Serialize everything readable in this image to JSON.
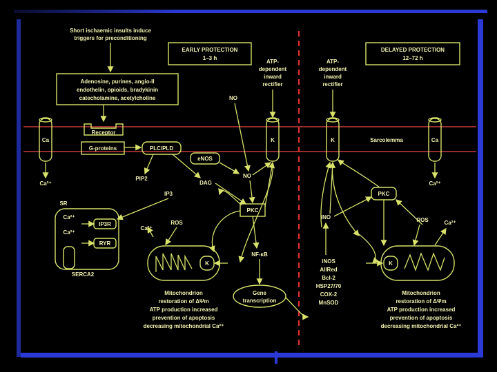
{
  "slide": {
    "colors": {
      "background": "#000000",
      "frame": "#2b3ad6",
      "membrane": "#c83a3a",
      "divider": "#e03030",
      "ink": "#f2f2b0",
      "stroke": "#d8e26a"
    },
    "diagram": {
      "trigger_lines": [
        "Short ischaemic insults induce",
        "triggers for preconditioning"
      ],
      "early_protection": {
        "title": "EARLY PROTECTION",
        "time": "1–3 h"
      },
      "delayed_protection": {
        "title": "DELAYED PROTECTION",
        "time": "12–72 h"
      },
      "agonists_lines": [
        "Adenosine, purines, angio-II",
        "endothelin, opioids, bradykinin",
        "catecholamine, acetylcholine"
      ],
      "atp_left_lines": [
        "ATP-",
        "dependent",
        "inward",
        "rectifier"
      ],
      "atp_right_lines": [
        "ATP-",
        "dependent",
        "inward",
        "rectifier"
      ],
      "no_top": "NO",
      "ca_left": "Ca",
      "ca_right": "Ca",
      "ca2_left_out": "Ca²⁺",
      "ca2_right_out": "Ca²⁺",
      "receptor": "Receptor",
      "g_proteins": "G-proteins",
      "plc_pld": "PLC/PLD",
      "enos": "eNOS",
      "k_left": "K",
      "k_right": "K",
      "sarcolemma": "Sarcolemma",
      "pip2": "PIP2",
      "dag": "DAG",
      "ip3": "IP3",
      "no_mid": "NO",
      "pkc_left": "PKC",
      "pkc_right": "PKC",
      "sr": "SR",
      "ip3r": "IP3R",
      "ryr": "RYR",
      "serca2": "SERCA2",
      "ca2_sr_1": "Ca²⁺",
      "ca2_sr_2": "Ca²⁺",
      "ca2_mito_left": "Ca²⁺",
      "ros_left": "ROS",
      "ros_right": "ROS",
      "ca2_mito_right": "Ca²⁺",
      "inos_short": "iNO",
      "nf_kb": "NF-κB",
      "gene_transcription_lines": [
        "Gene",
        "transcription"
      ],
      "delayed_mediators_lines": [
        "iNOS",
        "AllRed",
        "Bcl-2",
        "HSP27/70",
        "COX-2",
        "MnSOD"
      ],
      "k_mito_left": "K",
      "k_mito_right": "K",
      "mito_left_lines": [
        "Mitochondrion",
        "restoration of ΔΨm",
        "ATP production increased",
        "prevention of apoptosis",
        "decreasing mitochondrial Ca²⁺"
      ],
      "mito_right_lines": [
        "Mitochondrion",
        "restoration of ΔΨm",
        "ATP production increased",
        "prevention of apoptosis",
        "decreasing mitochondrial Ca²⁺"
      ]
    }
  }
}
